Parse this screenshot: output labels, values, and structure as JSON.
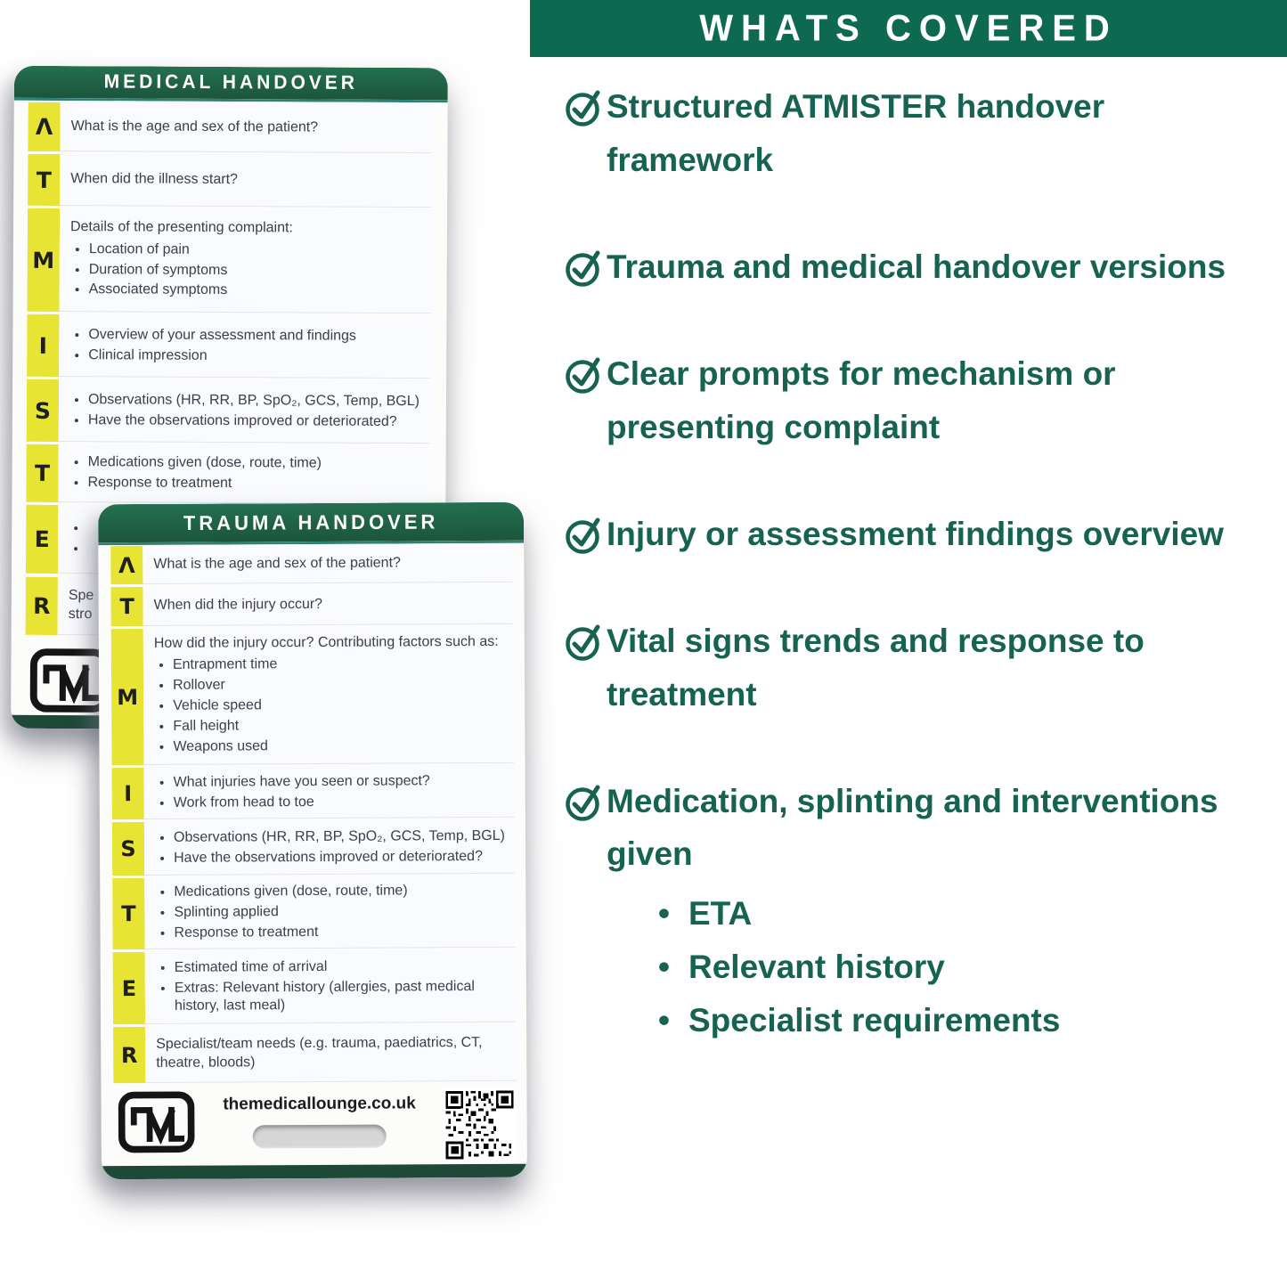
{
  "colors": {
    "panel_bar_green": "#0d6a50",
    "panel_text_green": "#166351",
    "card_header_green": "#1d5c40",
    "acronym_yellow": "#e7e434",
    "card_edge_green": "#1e4938"
  },
  "right_panel": {
    "title": "WHATS COVERED",
    "items": [
      {
        "icon": "check-circle",
        "text": "Structured ATMISTER handover framework"
      },
      {
        "icon": "check-circle",
        "text": "Trauma and medical handover versions"
      },
      {
        "icon": "check-circle",
        "text": "Clear prompts for mechanism or presenting complaint"
      },
      {
        "icon": "check-circle",
        "text": "Injury or assessment findings overview"
      },
      {
        "icon": "check-circle",
        "text": "Vital signs trends and response to treatment"
      },
      {
        "icon": "check-circle",
        "text": "Medication, splinting and interventions given",
        "sub_items": [
          "ETA",
          "Relevant history",
          "Specialist requirements"
        ]
      }
    ]
  },
  "medical_card": {
    "title": "MEDICAL HANDOVER",
    "rows": [
      {
        "letter": "Λ",
        "text": "What is the age and sex of the patient?"
      },
      {
        "letter": "T",
        "text": "When did the illness start?"
      },
      {
        "letter": "M",
        "intro": "Details of the presenting complaint:",
        "bullets": [
          "Location of pain",
          "Duration of symptoms",
          "Associated symptoms"
        ]
      },
      {
        "letter": "I",
        "bullets": [
          "Overview of your assessment and findings",
          "Clinical impression"
        ]
      },
      {
        "letter": "S",
        "bullets": [
          "Observations (HR, RR, BP, SpO₂, GCS, Temp, BGL)",
          "Have the observations improved or deteriorated?"
        ]
      },
      {
        "letter": "T",
        "bullets": [
          "Medications given (dose, route, time)",
          "Response to treatment"
        ]
      },
      {
        "letter": "E",
        "bullets": [
          "",
          ""
        ]
      },
      {
        "letter": "R",
        "obscured_lines": [
          "Spe",
          "stro"
        ]
      }
    ]
  },
  "trauma_card": {
    "title": "TRAUMA HANDOVER",
    "rows": [
      {
        "letter": "Λ",
        "text": "What is the age and sex of the patient?"
      },
      {
        "letter": "T",
        "text": "When did the injury occur?"
      },
      {
        "letter": "M",
        "intro": "How did the injury occur? Contributing factors such as:",
        "bullets": [
          "Entrapment time",
          "Rollover",
          "Vehicle speed",
          "Fall height",
          "Weapons used"
        ]
      },
      {
        "letter": "I",
        "bullets": [
          "What injuries have you seen or suspect?",
          "Work from head to toe"
        ]
      },
      {
        "letter": "S",
        "bullets": [
          "Observations (HR, RR, BP, SpO₂, GCS, Temp, BGL)",
          "Have the observations improved or deteriorated?"
        ]
      },
      {
        "letter": "T",
        "bullets": [
          "Medications given (dose, route, time)",
          "Splinting applied",
          "Response to treatment"
        ]
      },
      {
        "letter": "E",
        "bullets": [
          "Estimated time of arrival",
          "Extras: Relevant history (allergies, past medical history, last meal)"
        ]
      },
      {
        "letter": "R",
        "text": "Specialist/team needs (e.g. trauma, paediatrics, CT, theatre, bloods)"
      }
    ],
    "footer": {
      "website": "themedicallounge.co.uk",
      "logo": "TML monogram",
      "qr": "qr-code"
    }
  }
}
